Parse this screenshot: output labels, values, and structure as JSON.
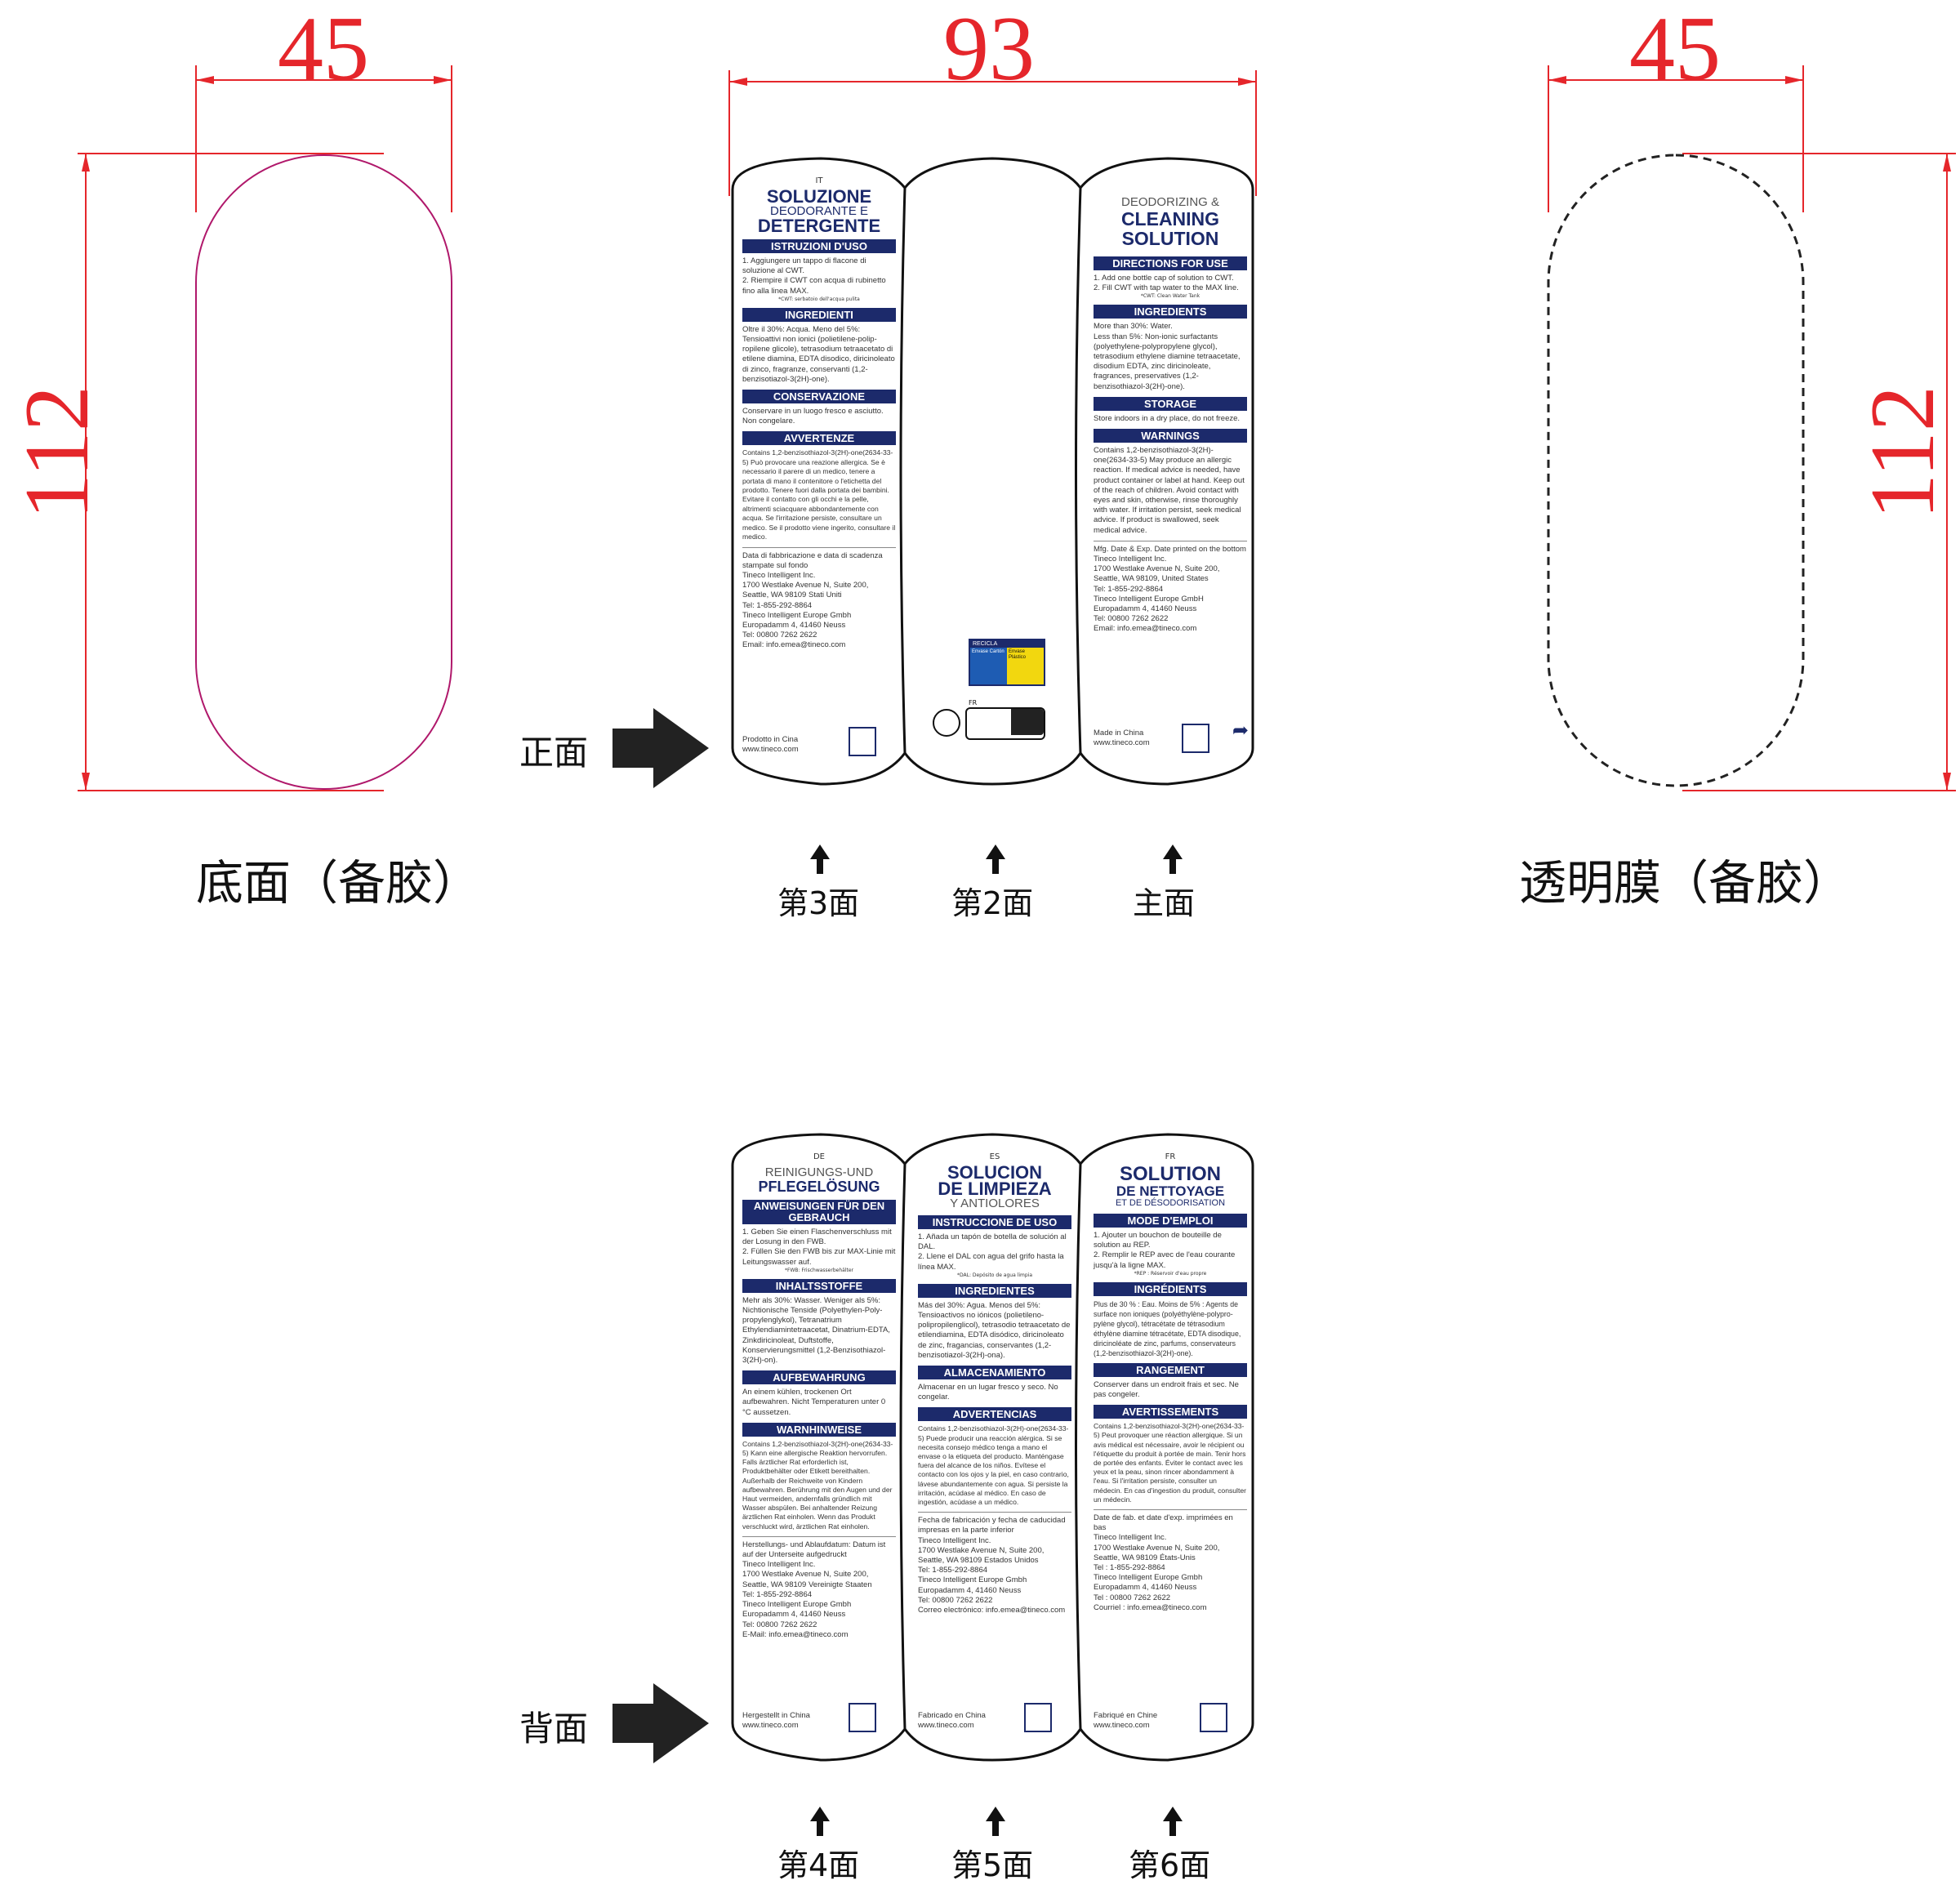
{
  "dimensions": {
    "left_width": "45",
    "left_height": "112",
    "center_width": "93",
    "right_width": "45",
    "right_height": "112"
  },
  "captions": {
    "bottom_face": "底面（备胶）",
    "transparent_film": "透明膜（备胶）",
    "front": "正面",
    "back": "背面",
    "face3": "第3面",
    "face2": "第2面",
    "main_face": "主面",
    "face4": "第4面",
    "face5": "第5面",
    "face6": "第6面"
  },
  "panels": {
    "it": {
      "lang": "IT",
      "title1": "SOLUZIONE",
      "title2": "DEODORANTE E",
      "title3": "DETERGENTE",
      "h_directions": "ISTRUZIONI D'USO",
      "directions": "1. Aggiungere un tappo di flacone di soluzione al CWT.\n2. Riempire il CWT con acqua di rubinetto fino alla linea MAX.",
      "directions_note": "*CWT: serbatoio dell'acqua pulita",
      "h_ingredients": "INGREDIENTI",
      "ingredients": "Oltre il 30%: Acqua. Meno del 5%: Tensioattivi non ionici (polietilene-polip-ropilene glicole), tetrasodium tetraacetato di etilene diamina, EDTA disodico, diricinoleato di zinco, fragranze, conservanti (1,2-benzisotiazol-3(2H)-one).",
      "h_storage": "CONSERVAZIONE",
      "storage": "Conservare in un luogo fresco e asciutto. Non congelare.",
      "h_warnings": "AVVERTENZE",
      "warnings": "Contains 1,2-benzisothiazol-3(2H)-one(2634-33-5) Può provocare una reazione allergica. Se è necessario il parere di un medico, tenere a portata di mano il contenitore o l'etichetta del prodotto. Tenere fuori dalla portata dei bambini. Evitare il contatto con gli occhi e la pelle, altrimenti sciacquare abbondantemente con acqua. Se l'irritazione persiste, consultare un medico. Se il prodotto viene ingerito, consultare il medico.",
      "company": "Data di fabbricazione e data di scadenza stampate sul fondo\nTineco Intelligent Inc.\n1700 Westlake Avenue N, Suite 200, Seattle, WA 98109 Stati Uniti\nTel: 1-855-292-8864\nTineco Intelligent Europe Gmbh\nEuropadamm 4, 41460 Neuss\nTel: 00800 7262 2622\nEmail: info.emea@tineco.com",
      "made": "Prodotto in Cina\nwww.tineco.com"
    },
    "mid": {
      "recycle_head": "RECICLA",
      "envase_carton": "Envase Cartón",
      "envase_plastico": "Envase Plástico",
      "fr_tag": "FR"
    },
    "en": {
      "title1": "DEODORIZING &",
      "title2": "CLEANING",
      "title3": "SOLUTION",
      "h_directions": "DIRECTIONS FOR USE",
      "directions": "1. Add one bottle cap of solution to CWT.\n2. Fill CWT with tap water to the MAX line.",
      "directions_note": "*CWT: Clean Water Tank",
      "h_ingredients": "INGREDIENTS",
      "ingredients": "More than 30%: Water.\nLess than 5%: Non-ionic surfactants (polyethylene-polypropylene glycol), tetrasodium ethylene diamine tetraacetate, disodium EDTA, zinc diricinoleate, fragrances, preservatives (1,2-benzisothiazol-3(2H)-one).",
      "h_storage": "STORAGE",
      "storage": "Store indoors in a dry place, do not freeze.",
      "h_warnings": "WARNINGS",
      "warnings": "Contains 1,2-benzisothiazol-3(2H)-one(2634-33-5) May produce an allergic reaction. If medical advice is needed, have product container or label at hand. Keep out of the reach of children. Avoid contact with eyes and skin, otherwise, rinse thoroughly with water. If irritation persist, seek medical advice. If product is swallowed, seek medical advice.",
      "company": "Mfg. Date & Exp. Date printed on the bottom\nTineco Intelligent Inc.\n1700 Westlake Avenue N, Suite 200, Seattle, WA 98109, United States\nTel: 1-855-292-8864\nTineco Intelligent Europe GmbH\nEuropadamm 4, 41460 Neuss\nTel: 00800 7262 2622\nEmail: info.emea@tineco.com",
      "made": "Made in China\nwww.tineco.com"
    },
    "de": {
      "lang": "DE",
      "title1": "REINIGUNGS-UND",
      "title2": "PFLEGELÖSUNG",
      "h_directions": "ANWEISUNGEN FÜR DEN GEBRAUCH",
      "directions": "1. Geben Sie einen Flaschenverschluss mit der Losung in den FWB.\n2. Füllen Sie den FWB bis zur MAX-Linie mit Leitungswasser auf.",
      "directions_note": "*FWB: Frischwasserbehälter",
      "h_ingredients": "INHALTSSTOFFE",
      "ingredients": "Mehr als 30%: Wasser. Weniger als 5%: Nichtionische Tenside (Polyethylen-Poly-propylenglykol), Tetranatrium Ethylendiamintetraacetat, Dinatrium-EDTA, Zinkdiricinoleat, Duftstoffe, Konservierungsmittel (1,2-Benzisothiazol-3(2H)-on).",
      "h_storage": "AUFBEWAHRUNG",
      "storage": "An einem kühlen, trockenen Ort aufbewahren. Nicht Temperaturen unter 0 °C aussetzen.",
      "h_warnings": "WARNHINWEISE",
      "warnings": "Contains 1,2-benzisothiazol-3(2H)-one(2634-33-5) Kann eine allergische Reaktion hervorrufen. Falls ärztlicher Rat erforderlich ist, Produktbehälter oder Etikett bereithalten. Außerhalb der Reichweite von Kindern aufbewahren. Berührung mit den Augen und der Haut vermeiden, andernfalls gründlich mit Wasser abspülen. Bei anhaltender Reizung ärztlichen Rat einholen. Wenn das Produkt verschluckt wird, ärztlichen Rat einholen.",
      "company": "Herstellungs- und Ablaufdatum: Datum ist auf der Unterseite aufgedruckt\nTineco Intelligent Inc.\n1700 Westlake Avenue N, Suite 200, Seattle, WA 98109 Vereinigte Staaten\nTel: 1-855-292-8864\nTineco Intelligent Europe Gmbh\nEuropadamm 4, 41460 Neuss\nTel: 00800 7262 2622\nE-Mail: info.emea@tineco.com",
      "made": "Hergestellt in China\nwww.tineco.com"
    },
    "es": {
      "lang": "ES",
      "title1": "SOLUCION",
      "title2": "DE LIMPIEZA",
      "title3": "Y ANTIOLORES",
      "h_directions": "INSTRUCCIONE DE USO",
      "directions": "1. Añada un tapón de botella de solución al DAL.\n2. Llene el DAL con agua del grifo hasta la línea MAX.",
      "directions_note": "*DAL: Depósito de agua limpia",
      "h_ingredients": "INGREDIENTES",
      "ingredients": "Más del 30%: Agua. Menos del 5%: Tensioactivos no iónicos (polietileno-polipropilenglicol), tetrasodio tetraacetato de etilendiamina, EDTA disódico, diricinoleato de zinc, fragancias, conservantes (1,2-benzisotiazol-3(2H)-ona).",
      "h_storage": "ALMACENAMIENTO",
      "storage": "Almacenar en un lugar fresco y seco. No congelar.",
      "h_warnings": "ADVERTENCIAS",
      "warnings": "Contains 1,2-benzisothiazol-3(2H)-one(2634-33-5) Puede producir una reacción alérgica. Si se necesita consejo médico tenga a mano el envase o la etiqueta del producto. Manténgase fuera del alcance de los niños. Evítese el contacto con los ojos y la piel, en caso contrario, lávese abundantemente con agua. Si persiste la irritación, acúdase al médico. En caso de ingestión, acúdase a un médico.",
      "company": "Fecha de fabricación y fecha de caducidad impresas en la parte inferior\nTineco Intelligent Inc.\n1700 Westlake Avenue N, Suite 200, Seattle, WA 98109 Estados Unidos\nTel: 1-855-292-8864\nTineco Intelligent Europe Gmbh\nEuropadamm 4, 41460 Neuss\nTel: 00800 7262 2622\nCorreo electrónico: info.emea@tineco.com",
      "made": "Fabricado en China\nwww.tineco.com"
    },
    "fr": {
      "lang": "FR",
      "title1": "SOLUTION",
      "title2": "DE NETTOYAGE",
      "title3": "ET DE DÉSODORISATION",
      "h_directions": "MODE D'EMPLOI",
      "directions": "1. Ajouter un bouchon de bouteille de solution au REP.\n2. Remplir le REP avec de l'eau courante jusqu'à la ligne MAX.",
      "directions_note": "*REP : Réservoir d'eau propre",
      "h_ingredients": "INGRÉDIENTS",
      "ingredients": "Plus de 30 % : Eau. Moins de 5% : Agents de surface non ioniques (polyéthylène-polypro-pylène glycol), tétracétate de tétrasodium éthylène diamine tétracétate, EDTA disodique, diricinoléate de zinc, parfums, conservateurs (1,2-benzisothiazol-3(2H)-one).",
      "h_storage": "RANGEMENT",
      "storage": "Conserver dans un endroit frais et sec. Ne pas congeler.",
      "h_warnings": "AVERTISSEMENTS",
      "warnings": "Contains 1,2-benzisothiazol-3(2H)-one(2634-33-5) Peut provoquer une réaction allergique. Si un avis médical est nécessaire, avoir le récipient ou l'étiquette du produit à portée de main. Tenir hors de portée des enfants. Éviter le contact avec les yeux et la peau, sinon rincer abondamment à l'eau. Si l'irritation persiste, consulter un médecin. En cas d'ingestion du produit, consulter un médecin.",
      "company": "Date de fab. et date d'exp. imprimées en bas\nTineco Intelligent Inc.\n1700 Westlake Avenue N, Suite 200, Seattle, WA 98109 États-Unis\nTel : 1-855-292-8864\nTineco Intelligent Europe Gmbh\nEuropadamm 4, 41460 Neuss\nTel : 00800 7262 2622\nCourriel : info.emea@tineco.com",
      "made": "Fabriqué en Chine\nwww.tineco.com"
    }
  },
  "colors": {
    "dimension": "#e5262b",
    "navy": "#1c2a6b",
    "outline_magenta": "#b0186b"
  }
}
